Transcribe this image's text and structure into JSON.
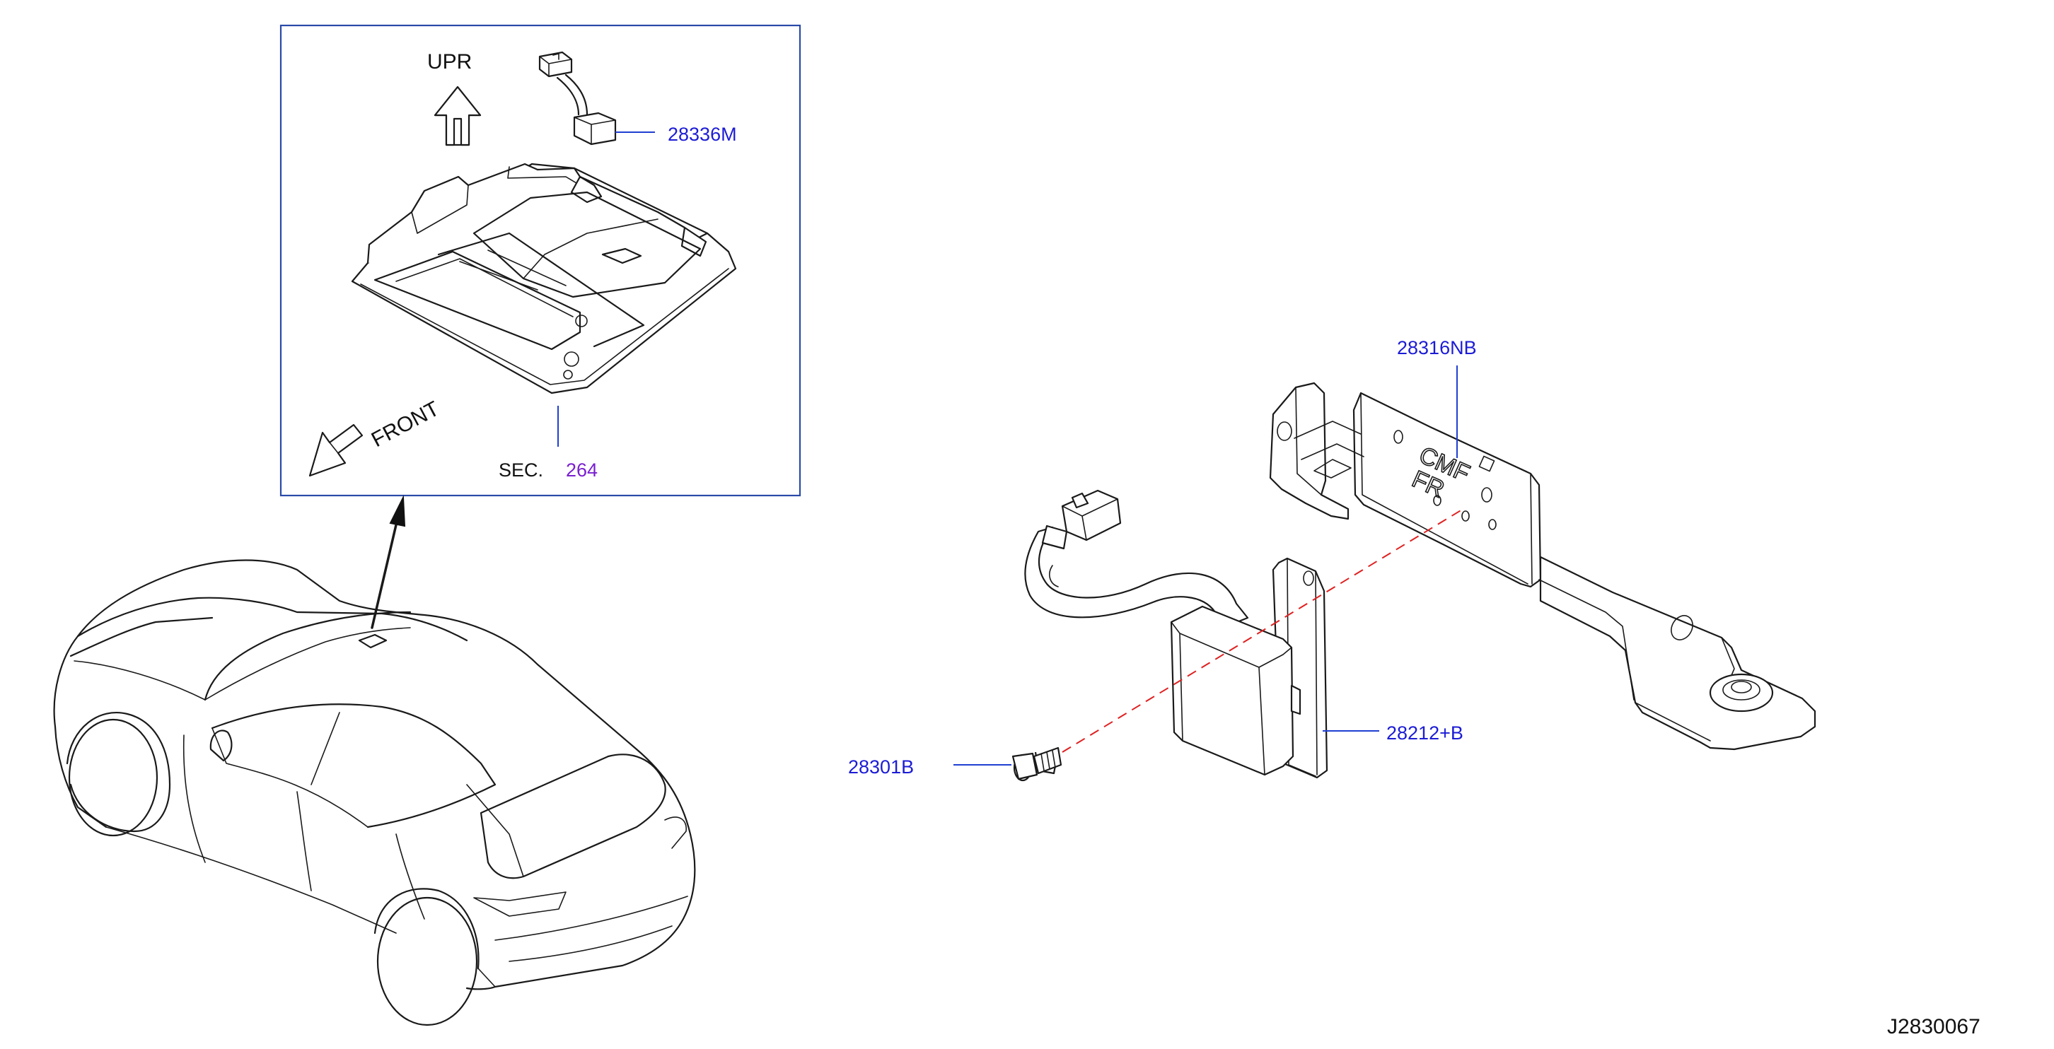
{
  "labels": {
    "upr": "UPR",
    "front": "FRONT",
    "sec_prefix": "SEC.",
    "sec_ref": "264",
    "part_connector": "28336M",
    "part_bracket": "28316NB",
    "part_unit": "28212+B",
    "part_bolt": "28301B",
    "diagram_id": "J2830067",
    "emboss_line1": "CMF",
    "emboss_line2": "FR"
  },
  "colors": {
    "part_number": "#1c1cd6",
    "section_ref": "#7a1fd0",
    "inset_border": "#2a4aa8",
    "assembly_dash": "#e02020"
  }
}
